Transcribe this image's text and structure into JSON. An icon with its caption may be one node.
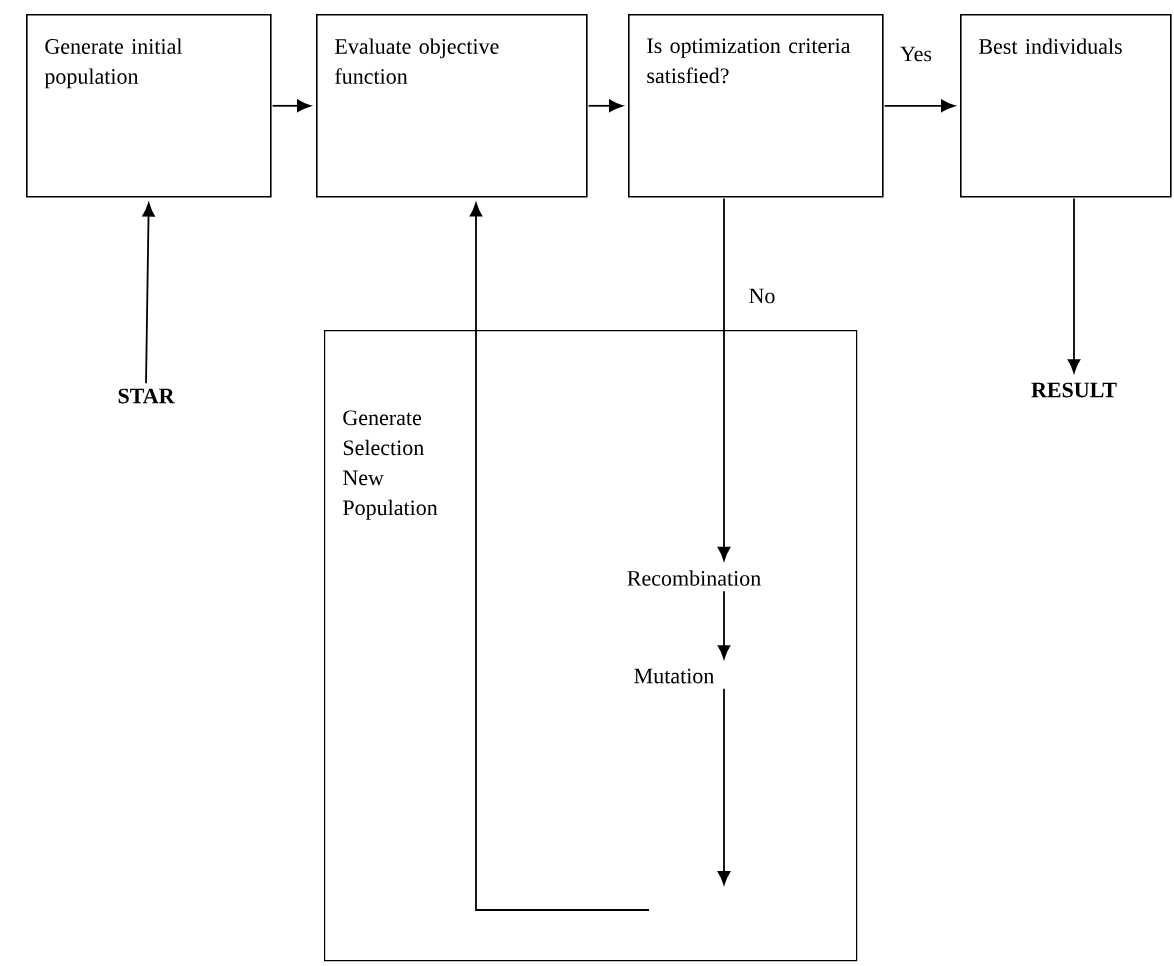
{
  "diagram": {
    "nodes": [
      {
        "text": [
          "Generate initial population"
        ]
      },
      {
        "text": [
          "Evaluate objective function"
        ]
      },
      {
        "text": [
          "Is optimization criteria satisfied?"
        ]
      },
      {
        "text": [
          "Best individuals"
        ]
      },
      {
        "text": [
          "STAR"
        ]
      },
      {
        "text": [
          "RESULT"
        ]
      },
      {
        "text": [
          "Generate Selection New Population"
        ]
      },
      {
        "text": [
          "Recombination"
        ],
        "in": 6
      },
      {
        "text": [
          "Mutation"
        ],
        "in": 6
      }
    ],
    "edges": [
      {
        "from": 0,
        "to": 1,
        "arrow": "to"
      },
      {
        "from": 1,
        "to": 2,
        "arrow": "to"
      },
      {
        "from": 2,
        "to": 3,
        "arrow": "to",
        "label": "Yes"
      },
      {
        "from": 4,
        "to": 0,
        "arrow": "to"
      },
      {
        "from": 3,
        "to": 5,
        "arrow": "to"
      },
      {
        "from": 2,
        "to": 7,
        "arrow": "to",
        "label": "No"
      },
      {
        "from": 7,
        "to": 8,
        "arrow": "to"
      },
      {
        "from": 8,
        "to": null,
        "arrow": "to"
      },
      {
        "from": null,
        "to": 1,
        "arrow": "to"
      }
    ]
  }
}
